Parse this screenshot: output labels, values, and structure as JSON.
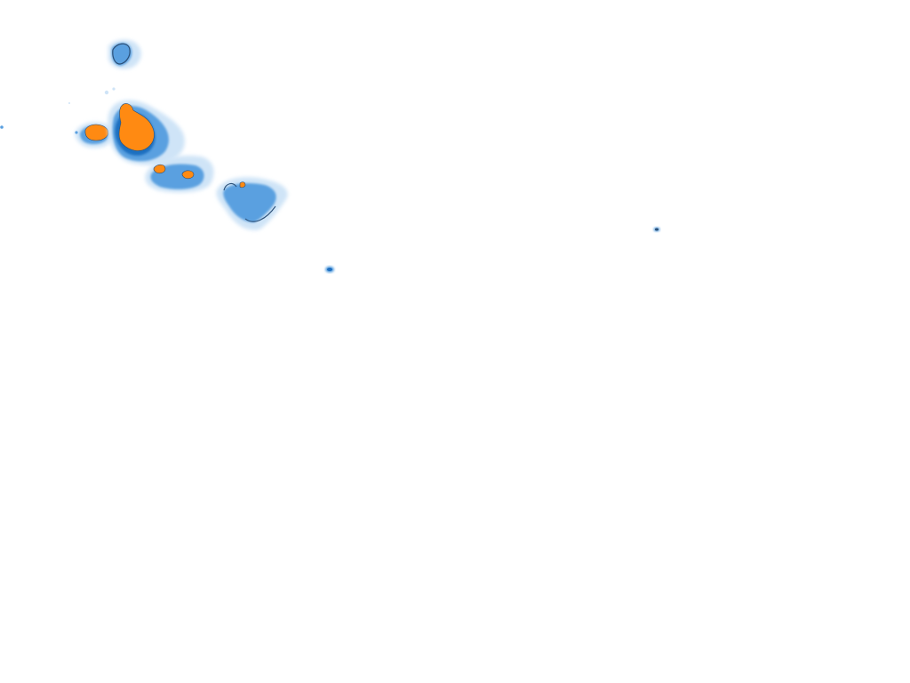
{
  "map": {
    "background": "#ffffff",
    "legend_colors": {
      "light": "#cfe4f7",
      "mid": "#5aa0e0",
      "dark": "#1f6fc0",
      "outline": "#2a4f78",
      "core": "#ff8a12"
    },
    "regions": [
      {
        "id": "cell-a",
        "intensity": "mid-with-outline"
      },
      {
        "id": "cell-b",
        "intensity": "core"
      },
      {
        "id": "cell-c",
        "intensity": "core"
      },
      {
        "id": "cell-d",
        "intensity": "mid-with-core"
      },
      {
        "id": "cell-e",
        "intensity": "mid-with-outline"
      },
      {
        "id": "cell-f",
        "intensity": "mid"
      },
      {
        "id": "cell-g",
        "intensity": "mid"
      }
    ]
  }
}
